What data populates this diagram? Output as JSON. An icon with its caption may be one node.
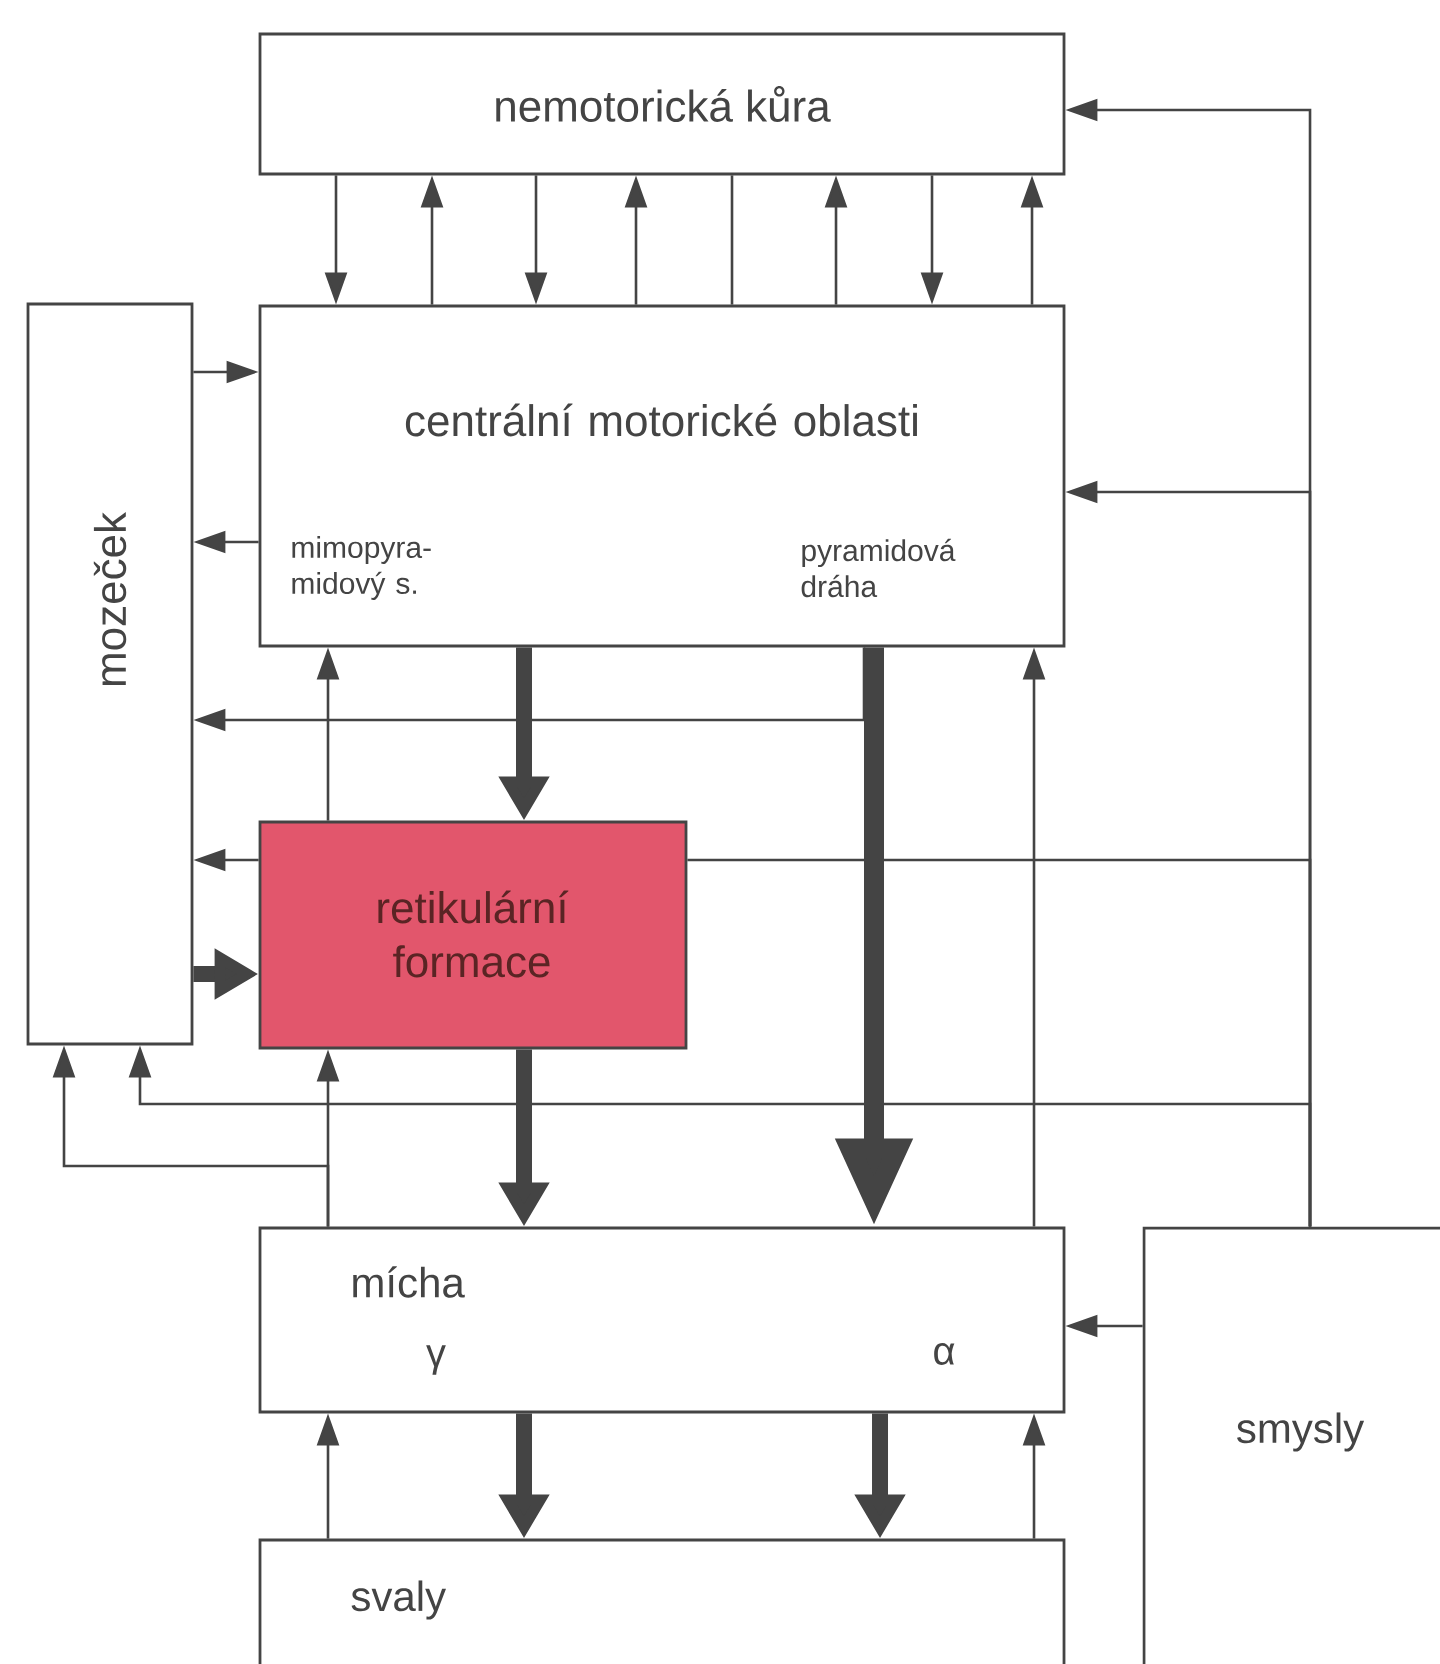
{
  "diagram": {
    "nodes": [
      {
        "text": [
          "nemotorická kůra"
        ]
      },
      {
        "text": [
          "centrální motorické oblasti",
          "mimopyra- midový s.",
          "pyramidová dráha"
        ]
      },
      {
        "text": [
          "mozeček"
        ]
      },
      {
        "text": [
          "retikulární formace"
        ]
      },
      {
        "text": [
          "mícha",
          "γ",
          "α"
        ]
      },
      {
        "text": [
          "svaly"
        ]
      },
      {
        "text": [
          "smysly"
        ]
      }
    ],
    "edges": [
      {
        "from": 0,
        "to": 1,
        "arrow": "to"
      },
      {
        "from": 1,
        "to": 0,
        "arrow": "to"
      },
      {
        "from": 0,
        "to": 1,
        "arrow": "to"
      },
      {
        "from": 1,
        "to": 0,
        "arrow": "to"
      },
      {
        "from": 0,
        "to": 1,
        "arrow": "none"
      },
      {
        "from": 1,
        "to": 0,
        "arrow": "to"
      },
      {
        "from": 0,
        "to": 1,
        "arrow": "to"
      },
      {
        "from": 1,
        "to": 0,
        "arrow": "to"
      },
      {
        "from": 2,
        "to": 1,
        "arrow": "to"
      },
      {
        "from": 1,
        "to": 2,
        "arrow": "to"
      },
      {
        "from": 1,
        "to": 2,
        "arrow": "to"
      },
      {
        "from": 3,
        "to": 1,
        "arrow": "to"
      },
      {
        "from": 1,
        "to": 3,
        "arrow": "to",
        "style": "thick"
      },
      {
        "from": 3,
        "to": 2,
        "arrow": "to"
      },
      {
        "from": 2,
        "to": 3,
        "arrow": "to",
        "style": "thick"
      },
      {
        "from": 6,
        "to": 3,
        "arrow": "none"
      },
      {
        "from": 3,
        "to": 4,
        "arrow": "to",
        "style": "thick"
      },
      {
        "from": 1,
        "to": 4,
        "arrow": "to",
        "style": "thick"
      },
      {
        "from": 4,
        "to": 1,
        "arrow": "to"
      },
      {
        "from": 4,
        "to": 3,
        "arrow": "to"
      },
      {
        "from": 4,
        "to": 2,
        "arrow": "to"
      },
      {
        "from": 6,
        "to": 2,
        "arrow": "to"
      },
      {
        "from": 6,
        "to": 0,
        "arrow": "to"
      },
      {
        "from": 6,
        "to": 1,
        "arrow": "to"
      },
      {
        "from": 6,
        "to": 4,
        "arrow": "to"
      },
      {
        "from": 4,
        "to": 5,
        "arrow": "to",
        "style": "thick"
      },
      {
        "from": 4,
        "to": 5,
        "arrow": "to",
        "style": "thick"
      },
      {
        "from": 5,
        "to": 4,
        "arrow": "to"
      },
      {
        "from": 5,
        "to": 4,
        "arrow": "to"
      }
    ]
  }
}
